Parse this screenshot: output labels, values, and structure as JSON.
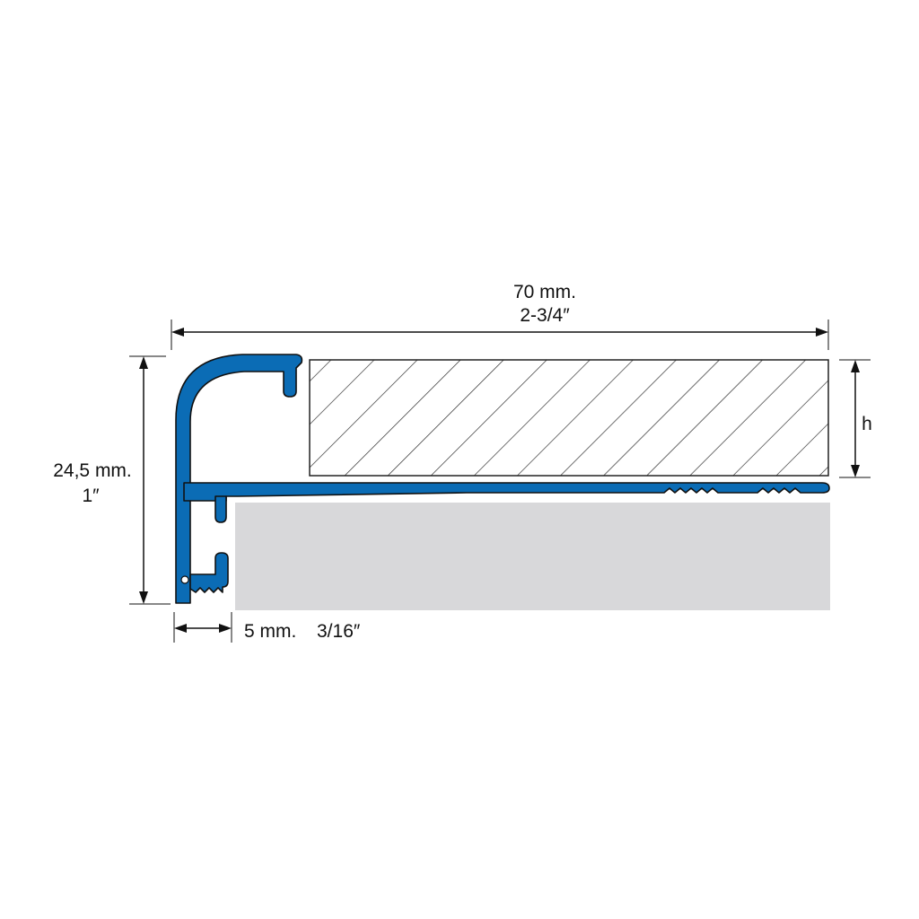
{
  "colors": {
    "profile_fill": "#0b6cb5",
    "profile_outline": "#111111",
    "substrate_fill": "#d8d8da",
    "tile_hatch": "#222222"
  },
  "dimensions": {
    "width_metric": "70 mm.",
    "width_imperial": "2-3/4″",
    "height_metric": "24,5 mm.",
    "height_imperial": "1″",
    "tile_height": "h",
    "joint_metric": "5 mm.",
    "joint_imperial": "3/16″"
  }
}
